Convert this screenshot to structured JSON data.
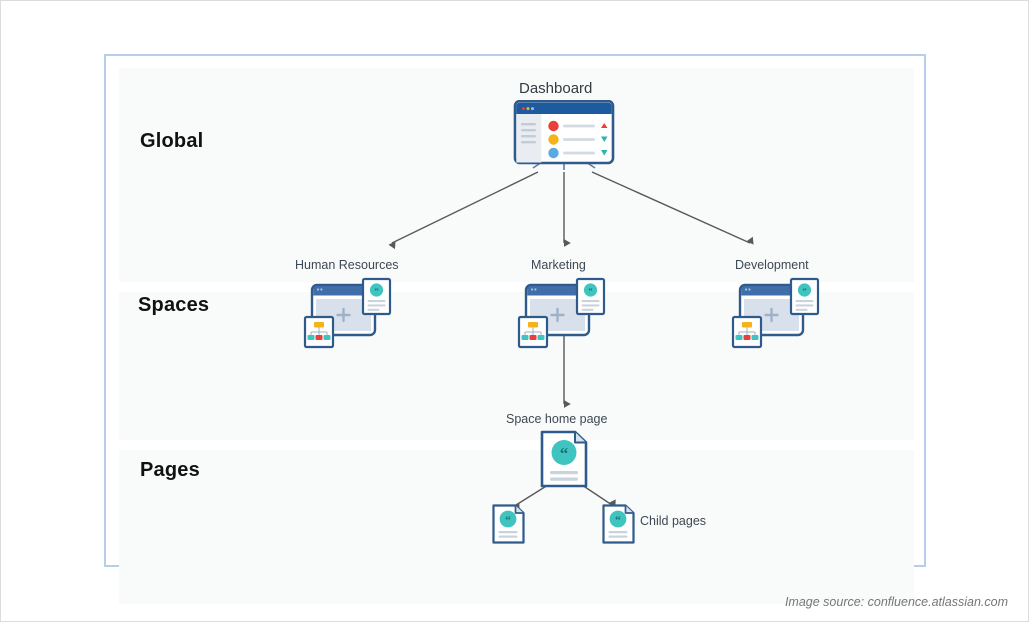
{
  "figure": {
    "title_alt": "Confluence content hierarchy diagram",
    "footer_note": "Image source: confluence.atlassian.com",
    "frame_border_color": "#b7cdea",
    "band_background_color": "#f9fbfa",
    "arrow_color": "#59595b"
  },
  "bands": [
    {
      "id": "global",
      "label": "Global"
    },
    {
      "id": "spaces",
      "label": "Spaces"
    },
    {
      "id": "pages",
      "label": "Pages"
    }
  ],
  "nodes": {
    "dashboard": {
      "caption": "Dashboard",
      "icon": "dashboard-window-icon",
      "titlebar_color": "#1d5a9e",
      "rows": [
        {
          "dot_color": "#e8413a",
          "indicator": "triangle-up",
          "indicator_color": "#e8413a"
        },
        {
          "dot_color": "#f5b31a",
          "indicator": "triangle-down",
          "indicator_color": "#2fb5ab"
        },
        {
          "dot_color": "#5aa9e0",
          "indicator": "triangle-down",
          "indicator_color": "#2fb5ab"
        }
      ]
    },
    "spaces": [
      {
        "caption": "Human Resources",
        "icon": "space-icon"
      },
      {
        "caption": "Marketing",
        "icon": "space-icon"
      },
      {
        "caption": "Development",
        "icon": "space-icon"
      }
    ],
    "space_home_page": {
      "caption": "Space home page",
      "icon": "page-document-icon",
      "avatar_color": "#3fc4c0",
      "avatar_glyph": "quote-marks"
    },
    "child_pages": {
      "caption": "Child pages",
      "icon": "page-document-icon",
      "count": 2,
      "avatar_color": "#3fc4c0",
      "avatar_glyph": "quote-marks"
    }
  },
  "edges": [
    {
      "from": "dashboard",
      "to": "Human Resources"
    },
    {
      "from": "dashboard",
      "to": "Marketing"
    },
    {
      "from": "dashboard",
      "to": "Development"
    },
    {
      "from": "Marketing",
      "to": "Space home page"
    },
    {
      "from": "Space home page",
      "to": "child-page-1"
    },
    {
      "from": "Space home page",
      "to": "child-page-2"
    }
  ],
  "colors": {
    "frame_blue": "#b7cdea",
    "window_dark_blue": "#1d5a9e",
    "window_border": "#2e5a8c",
    "teal": "#3fc4c0",
    "red": "#e8413a",
    "amber": "#f5b31a",
    "light_blue": "#5aa9e0",
    "text_dark": "#3d4852",
    "footer_gray": "#767676"
  }
}
